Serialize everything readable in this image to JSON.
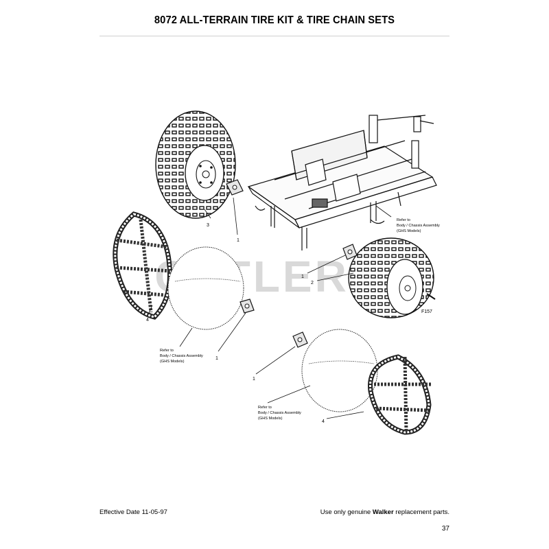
{
  "page": {
    "title": "8072 ALL-TERRAIN TIRE KIT & TIRE CHAIN SETS",
    "watermark": "CUTLER'S",
    "effective_date": "Effective Date 11-05-97",
    "footer_prefix": "Use only genuine ",
    "footer_brand": "Walker",
    "footer_suffix": " replacement parts.",
    "page_number": "37"
  },
  "callouts": {
    "item_1": "1",
    "item_2": "2",
    "item_3": "3",
    "item_4": "4",
    "part_f157": "F157"
  },
  "notes": {
    "refer_line1": "Refer to",
    "refer_line2": "Body / Chassis Assembly",
    "refer_line3": "(GHS Models)"
  }
}
